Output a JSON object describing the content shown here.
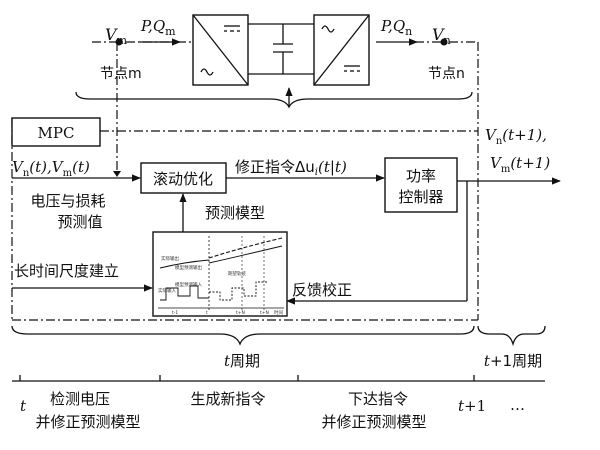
{
  "top": {
    "left_voltage": "Vm",
    "left_power": "P,Qm",
    "right_power": "P,Qn",
    "right_voltage": "Vn",
    "node_left": "节点m",
    "node_right": "节点n"
  },
  "mpc": {
    "label": "MPC"
  },
  "inputs": {
    "left_input": "Vn(t),Vm(t)",
    "loss_line1": "电压与损耗",
    "loss_line2": "预测值",
    "long_time": "长时间尺度建立"
  },
  "blocks": {
    "rolling_opt": "滚动优化",
    "prediction_model": "预测模型",
    "power_ctrl_line1": "功率",
    "power_ctrl_line2": "控制器",
    "correction": "修正指令Δu",
    "correction_sub": "i",
    "correction_arg": "(t|t)",
    "feedback": "反馈校正"
  },
  "outputs": {
    "out1": "Vn(t+1),",
    "out2": "Vm(t+1)"
  },
  "inset": {
    "label_actual": "实际输出",
    "label_pred_out": "模型预测输出",
    "label_traj": "期望轨迹",
    "label_pred_in": "模型预测输入",
    "label_actual_in": "实际输入",
    "tick_1": "t-1",
    "tick_2": "t",
    "tick_3": "t+N",
    "tick_4": "t+N",
    "tick_axis": "时间"
  },
  "periods": {
    "t_period": "t周期",
    "t1_period": "t+1周期"
  },
  "timeline": {
    "t_label": "t",
    "t1_label": "t+1",
    "ellipsis": "…",
    "phase1_line1": "检测电压",
    "phase1_line2": "并修正预测模型",
    "phase2": "生成新指令",
    "phase3_line1": "下达指令",
    "phase3_line2": "并修正预测模型"
  }
}
